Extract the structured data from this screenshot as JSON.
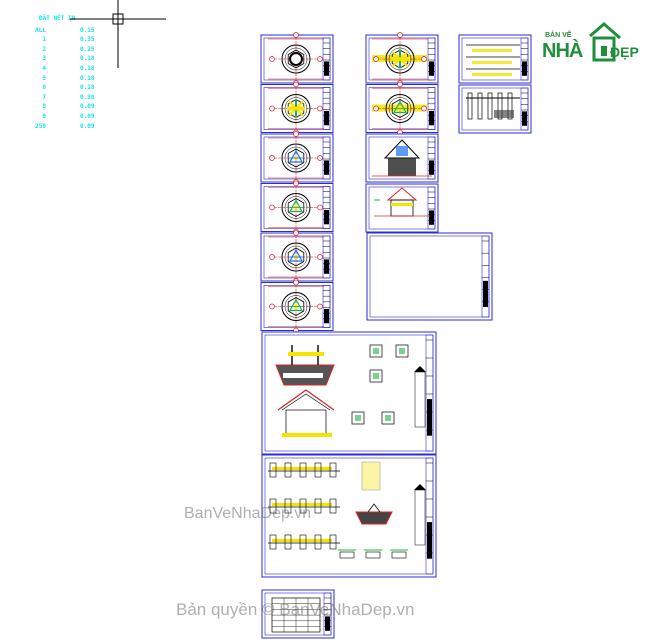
{
  "layer_table": {
    "header": "ĐẶT NÉT IN",
    "rows": [
      {
        "name": "ALL",
        "value": "0.15"
      },
      {
        "name": "1",
        "value": "0.35"
      },
      {
        "name": "2",
        "value": "0.25"
      },
      {
        "name": "3",
        "value": "0.18"
      },
      {
        "name": "4",
        "value": "0.18"
      },
      {
        "name": "5",
        "value": "0.18"
      },
      {
        "name": "6",
        "value": "0.18"
      },
      {
        "name": "7",
        "value": "0.30"
      },
      {
        "name": "8",
        "value": "0.09"
      },
      {
        "name": "9",
        "value": "0.09"
      },
      {
        "name": "250",
        "value": "0.09"
      }
    ]
  },
  "logo": {
    "small_text": "BẢN VẼ",
    "big_text": "NHÀ",
    "right_text": "ĐẸP"
  },
  "watermarks": {
    "middle": "BanVeNhaDep.vn",
    "bottom": "Bản quyền © BanVeNhaDep.vn"
  },
  "colors": {
    "sheet_border": "#2b2bd6",
    "layer_text": "#16e3f2",
    "red": "#e02020",
    "green": "#22b04a",
    "yellow": "#f5e400",
    "crosshair": "#000000"
  },
  "icons": {
    "crosshair": "cad-crosshair-cursor-icon",
    "logo": "house-logo-icon"
  }
}
